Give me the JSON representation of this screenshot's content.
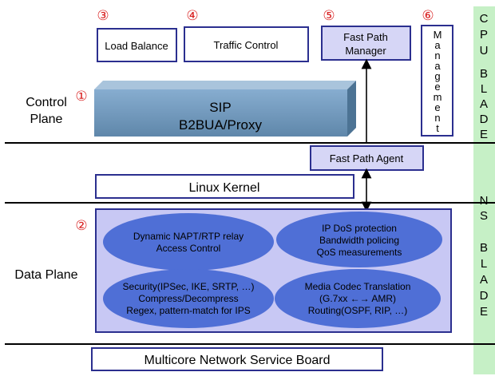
{
  "planes": {
    "control": {
      "line1": "Control",
      "line2": "Plane"
    },
    "data": "Data Plane"
  },
  "blades": {
    "cpu": [
      "C",
      "P",
      "U",
      "B",
      "L",
      "A",
      "D",
      "E"
    ],
    "ns": [
      "N",
      "S",
      "B",
      "L",
      "A",
      "D",
      "E"
    ]
  },
  "markers": [
    "①",
    "②",
    "③",
    "④",
    "⑤",
    "⑥"
  ],
  "boxes": {
    "load_balance": "Load Balance",
    "traffic_control": "Traffic Control",
    "fast_path_manager": {
      "line1": "Fast Path",
      "line2": "Manager"
    },
    "management": [
      "M",
      "a",
      "n",
      "a",
      "g",
      "e",
      "m",
      "e",
      "n",
      "t"
    ],
    "sip": {
      "line1": "SIP",
      "line2": "B2BUA/Proxy"
    },
    "fast_path_agent": "Fast Path Agent",
    "linux_kernel": "Linux Kernel",
    "board": "Multicore Network Service Board"
  },
  "data_plane_ellipses": {
    "napt": {
      "line1": "Dynamic NAPT/RTP relay",
      "line2": "Access Control"
    },
    "dos": {
      "line1": "IP DoS protection",
      "line2": "Bandwidth policing",
      "line3": "QoS measurements"
    },
    "security": {
      "line1": "Security(IPSec, IKE, SRTP, …)",
      "line2": "Compress/Decompress",
      "line3": "Regex, pattern-match for IPS"
    },
    "codec": {
      "line1": "Media Codec Translation",
      "line2": "(G.7xx ←→ AMR)",
      "line3": "Routing(OSPF, RIP, …)"
    }
  },
  "colors": {
    "accent_red": "#d81e1e",
    "box_border": "#2b2f8f",
    "ellipse_fill": "#4f6fd6",
    "data_plane_fill": "#c8c8f4",
    "fast_path_fill": "#d6d6f6",
    "sip_fill": "#6e97b8",
    "blade_green": "#c6f0c6"
  }
}
